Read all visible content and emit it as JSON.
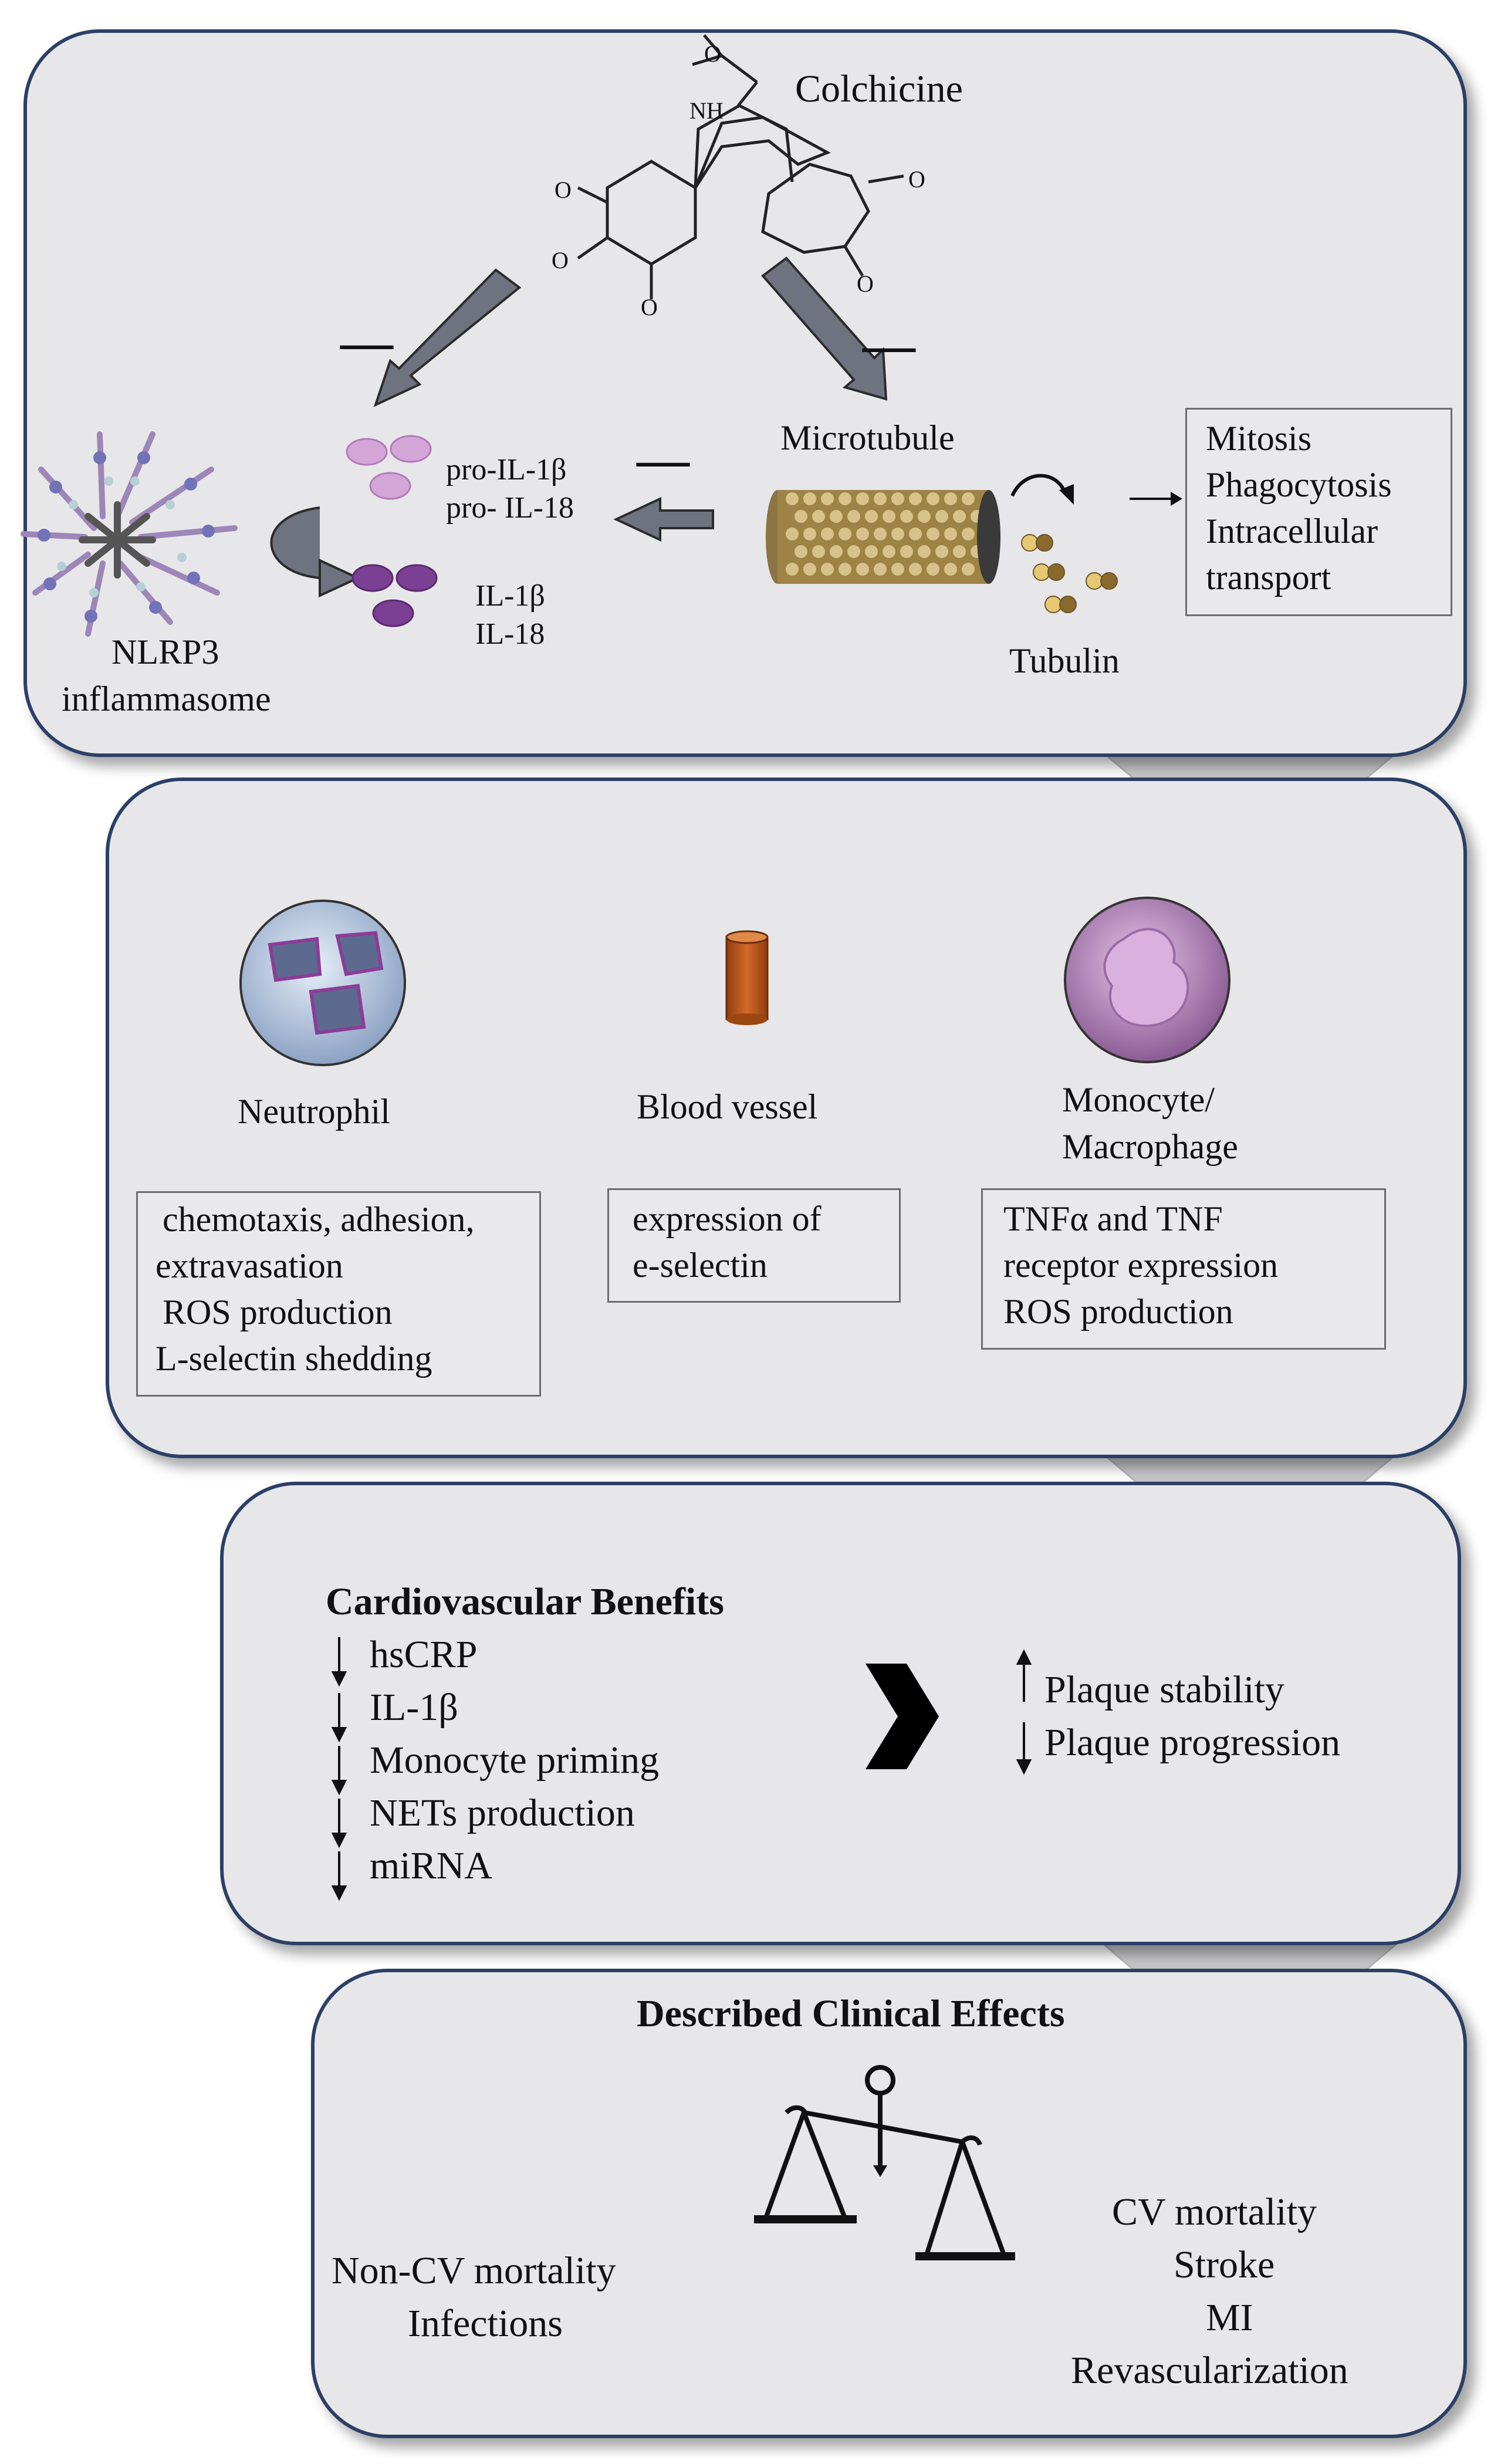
{
  "panel1": {
    "drug": "Colchicine",
    "nh": "NH",
    "o": "O",
    "methoxy": "O",
    "minus_left": "—",
    "minus_right": "—",
    "minus_mid": "—",
    "pro_il1b": "pro-IL-1β",
    "pro_il18": "pro- IL-18",
    "il1b": "IL-1β",
    "il18": "IL-18",
    "nlrp3_line1": "NLRP3",
    "nlrp3_line2": "inflammasome",
    "microtubule": "Microtubule",
    "tubulin": "Tubulin",
    "effects": [
      "Mitosis",
      "Phagocytosis",
      "Intracellular",
      "transport"
    ]
  },
  "panel2": {
    "neutrophil": {
      "label": "Neutrophil",
      "effects": [
        "chemotaxis, adhesion,",
        "extravasation",
        "ROS production",
        "L-selectin shedding"
      ]
    },
    "vessel": {
      "label": "Blood vessel",
      "effects": [
        "expression of",
        "e-selectin"
      ]
    },
    "monocyte": {
      "label_line1": "Monocyte/",
      "label_line2": "Macrophage",
      "effects": [
        "TNFα and TNF",
        "receptor expression",
        "ROS production"
      ]
    }
  },
  "panel3": {
    "title": "Cardiovascular Benefits",
    "items": [
      "hsCRP",
      "IL-1β",
      "Monocyte priming",
      "NETs production",
      "miRNA"
    ],
    "plaque_up": "Plaque stability",
    "plaque_down": "Plaque progression"
  },
  "panel4": {
    "title": "Described Clinical Effects",
    "left": [
      "Non-CV mortality",
      "Infections"
    ],
    "right": [
      "CV mortality",
      "Stroke",
      "MI",
      "Revascularization"
    ]
  },
  "colors": {
    "panel_fill": "#e7e7e9",
    "panel_border": "#2c3f66",
    "arrow_gray": "#6e737f",
    "il_light": "#d4a6d8",
    "il_dark": "#7b3f93",
    "vessel": "#c25a1c",
    "tubulin_gold": "#b08a3a"
  }
}
